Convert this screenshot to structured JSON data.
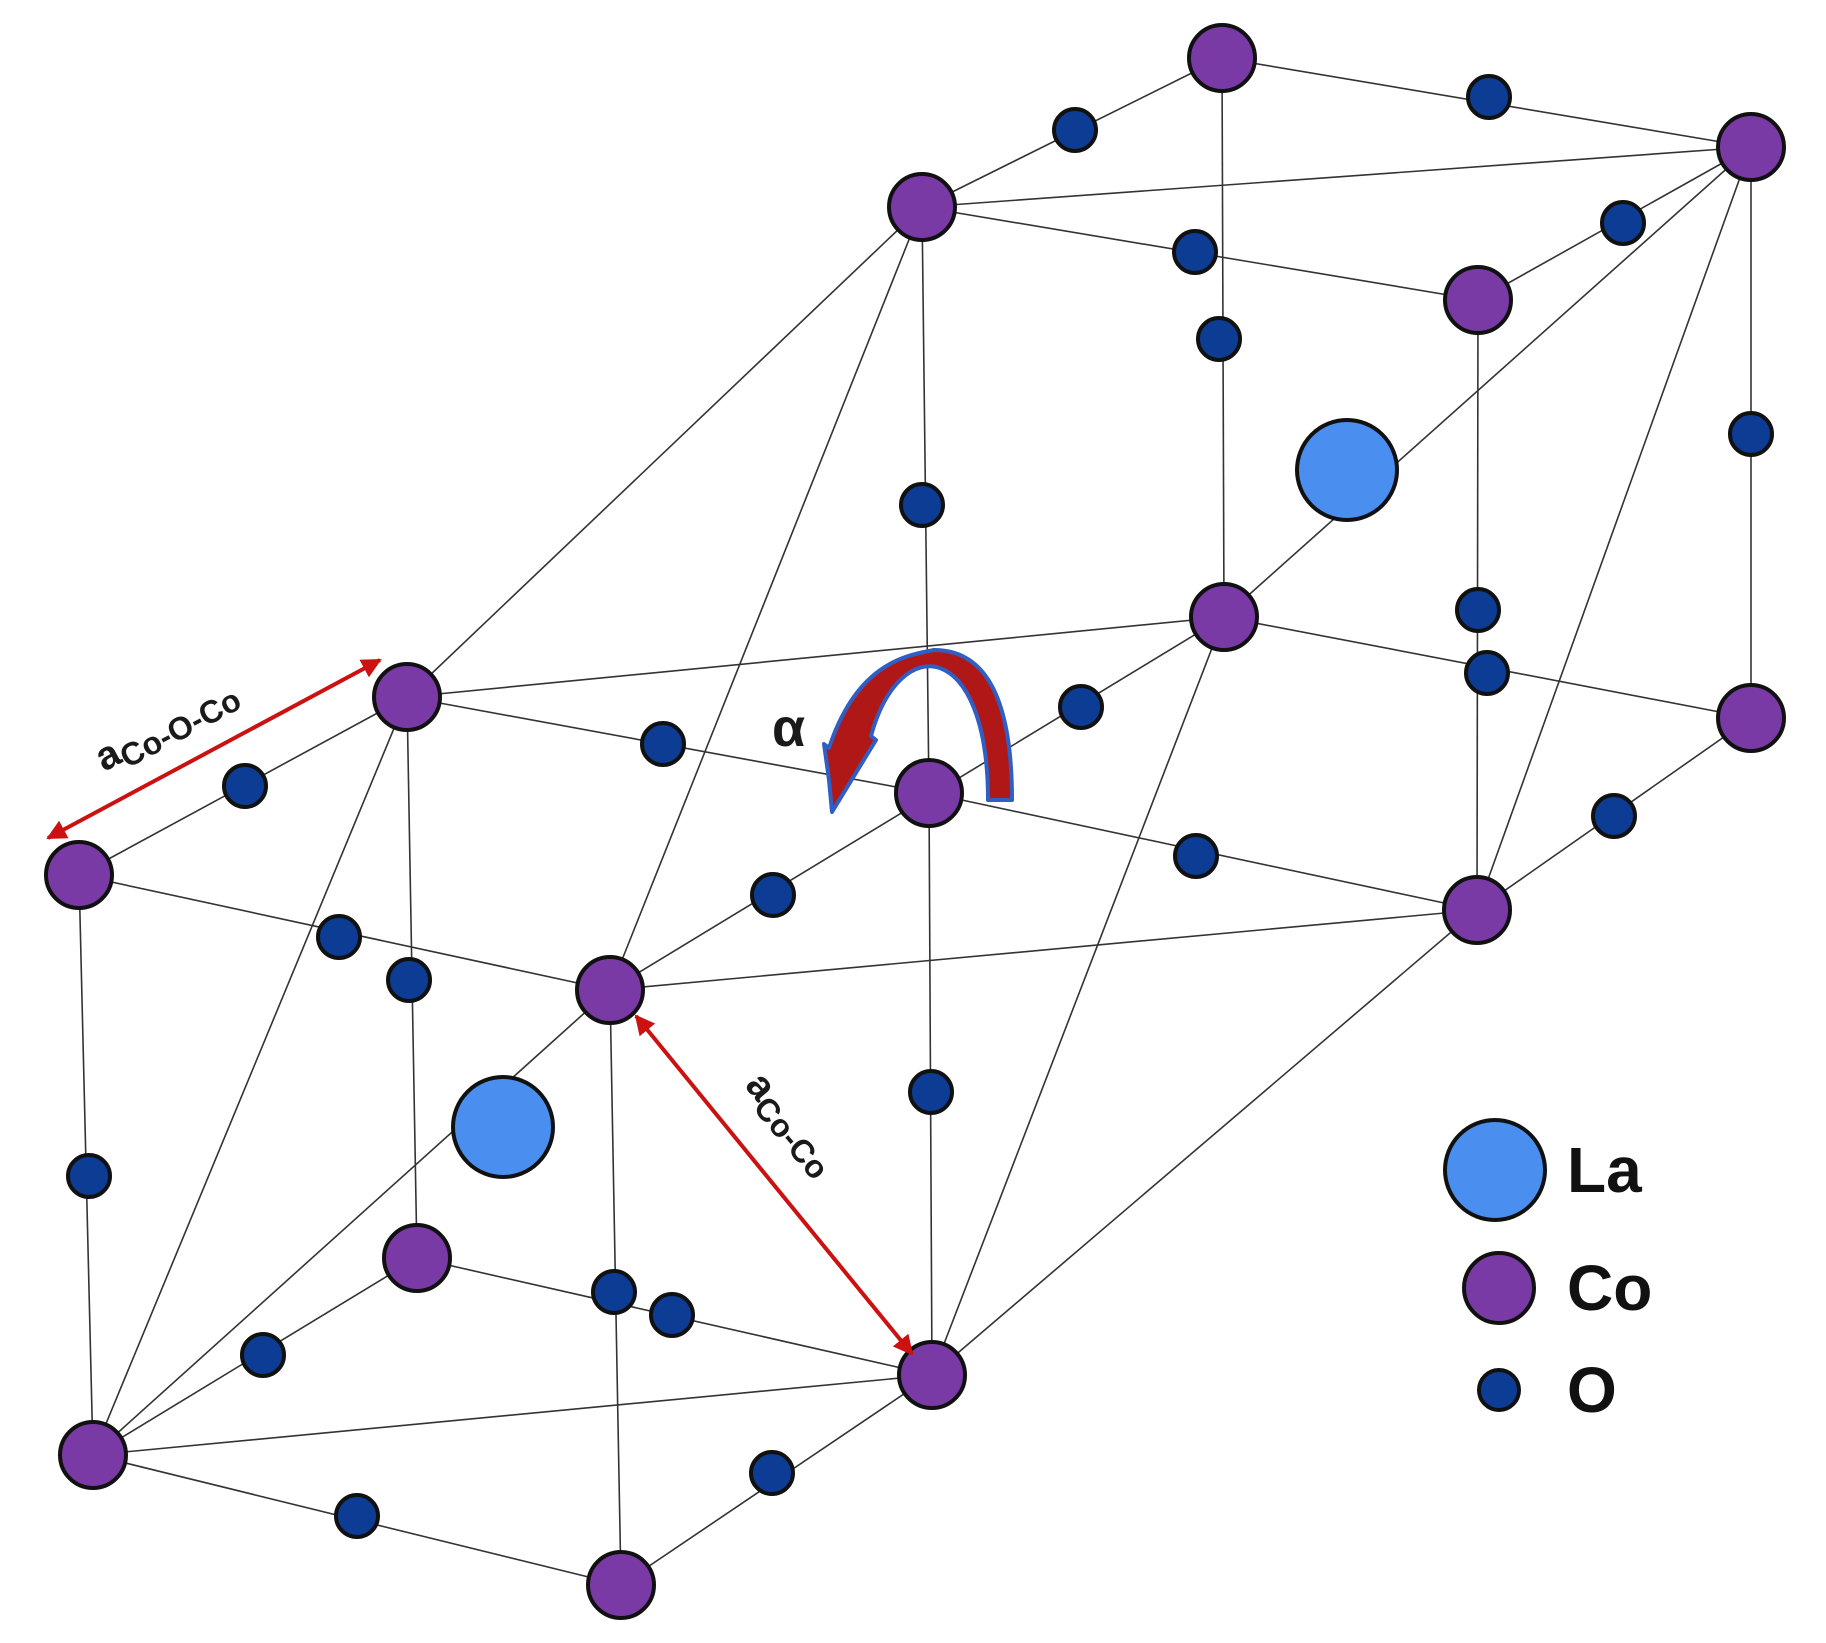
{
  "diagram": {
    "angle_label": "α",
    "dimension_labels": {
      "co_o_co": {
        "main": "a",
        "sub": "Co-O-Co"
      },
      "co_co": {
        "main": "a",
        "sub": "Co-Co"
      }
    },
    "legend": [
      {
        "key": "la",
        "label": "La",
        "color": "#4a8ff0"
      },
      {
        "key": "co",
        "label": "Co",
        "color": "#7a3aa6"
      },
      {
        "key": "o",
        "label": "O",
        "color": "#0d3c94"
      }
    ],
    "colors": {
      "la": "#4a8ff0",
      "co": "#7a3aa6",
      "o": "#0d3c94",
      "bond": "#333333",
      "dimension_arrow": "#cc1111",
      "rotation_arrow": "#b01818",
      "rotation_arrow_outline": "#2f5fc4"
    }
  }
}
